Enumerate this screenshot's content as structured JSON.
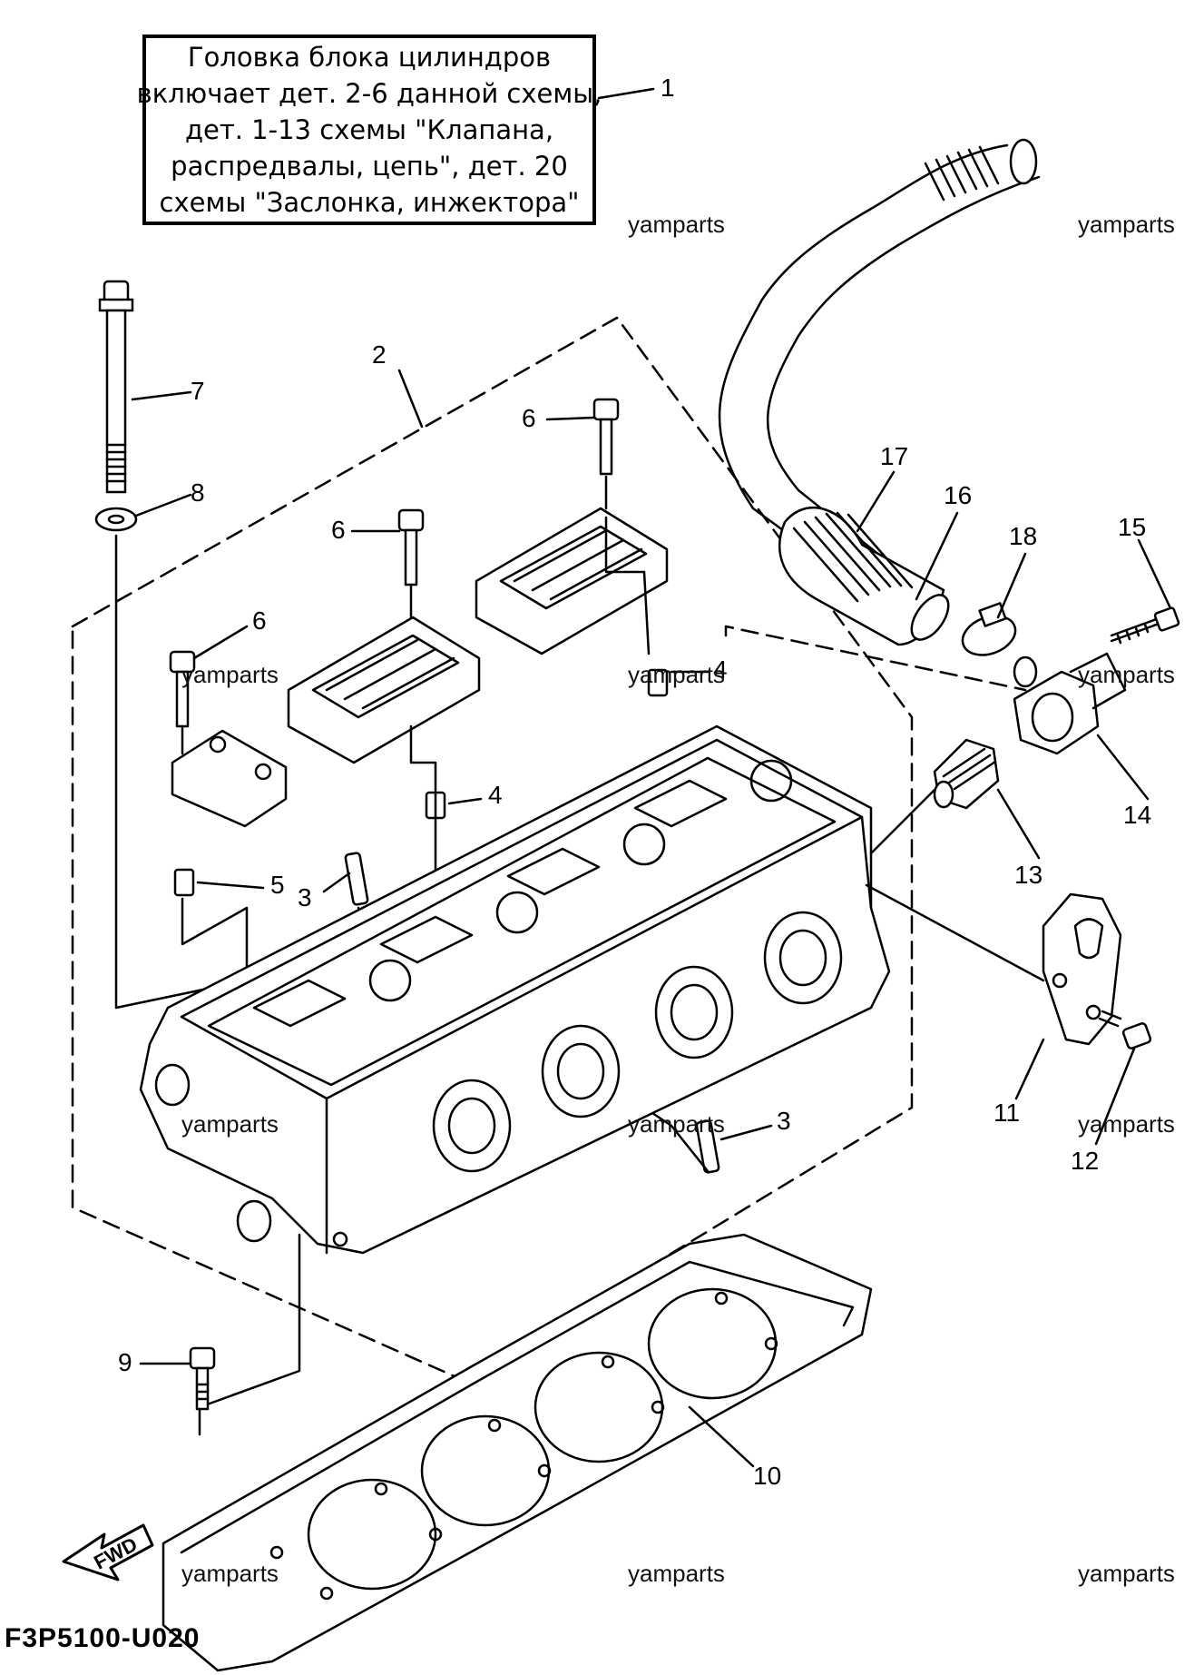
{
  "note": {
    "lines": [
      "Головка блока цилиндров",
      "включает дет. 2-6 данной схемы,",
      "дет. 1-13 схемы \"Клапана,",
      "распредвалы, цепь\", дет. 20",
      "схемы \"Заслонка, инжектора\""
    ]
  },
  "callouts": [
    "1",
    "2",
    "3",
    "3",
    "4",
    "4",
    "5",
    "6",
    "6",
    "6",
    "7",
    "8",
    "9",
    "10",
    "11",
    "12",
    "13",
    "14",
    "15",
    "16",
    "17",
    "18"
  ],
  "watermark": "yamparts",
  "fwd_label": "FWD",
  "diagram_code": "F3P5100-U020"
}
